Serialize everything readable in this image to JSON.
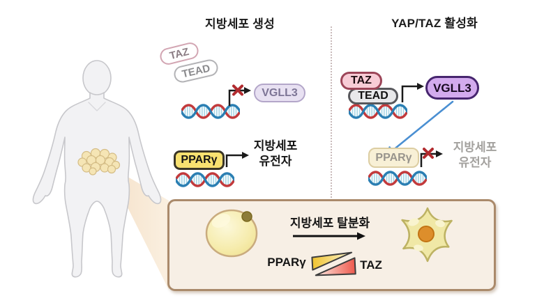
{
  "left": {
    "title": "지방세포 생성",
    "taz": "TAZ",
    "tead": "TEAD",
    "vgll3": "VGLL3",
    "pparg": "PPARγ",
    "gene1": "지방세포",
    "gene2": "유전자"
  },
  "right": {
    "title": "YAP/TAZ 활성화",
    "taz": "TAZ",
    "tead": "TEAD",
    "vgll3": "VGLL3",
    "pparg": "PPARγ",
    "gene1": "지방세포",
    "gene2": "유전자"
  },
  "bottom": {
    "process": "지방세포 탈분화",
    "pparg": "PPARγ",
    "taz": "TAZ"
  },
  "colors": {
    "left_vgll3_fill": "#e8e1f2",
    "right_vgll3_fill": "#d3abee",
    "left_pparg_fill": "#f8e170",
    "right_pparg_fill": "#f8f0d6",
    "right_taz_fill": "#f8ccd6",
    "right_tead_fill": "#e8e8ea",
    "dna_blue": "#2b7fb3",
    "dna_red": "#c23a3c",
    "inhibition_blue": "#4a8fd2",
    "cross_red": "#b12a2e",
    "panel_fill": "#f7efe5",
    "panel_border": "#aa8a6b",
    "adipocyte_fill": "#f6ecae",
    "stellate_cell_fill": "#f0e8a6",
    "wedge_yellow": "#f0c430",
    "wedge_red": "#ee5a4e"
  }
}
